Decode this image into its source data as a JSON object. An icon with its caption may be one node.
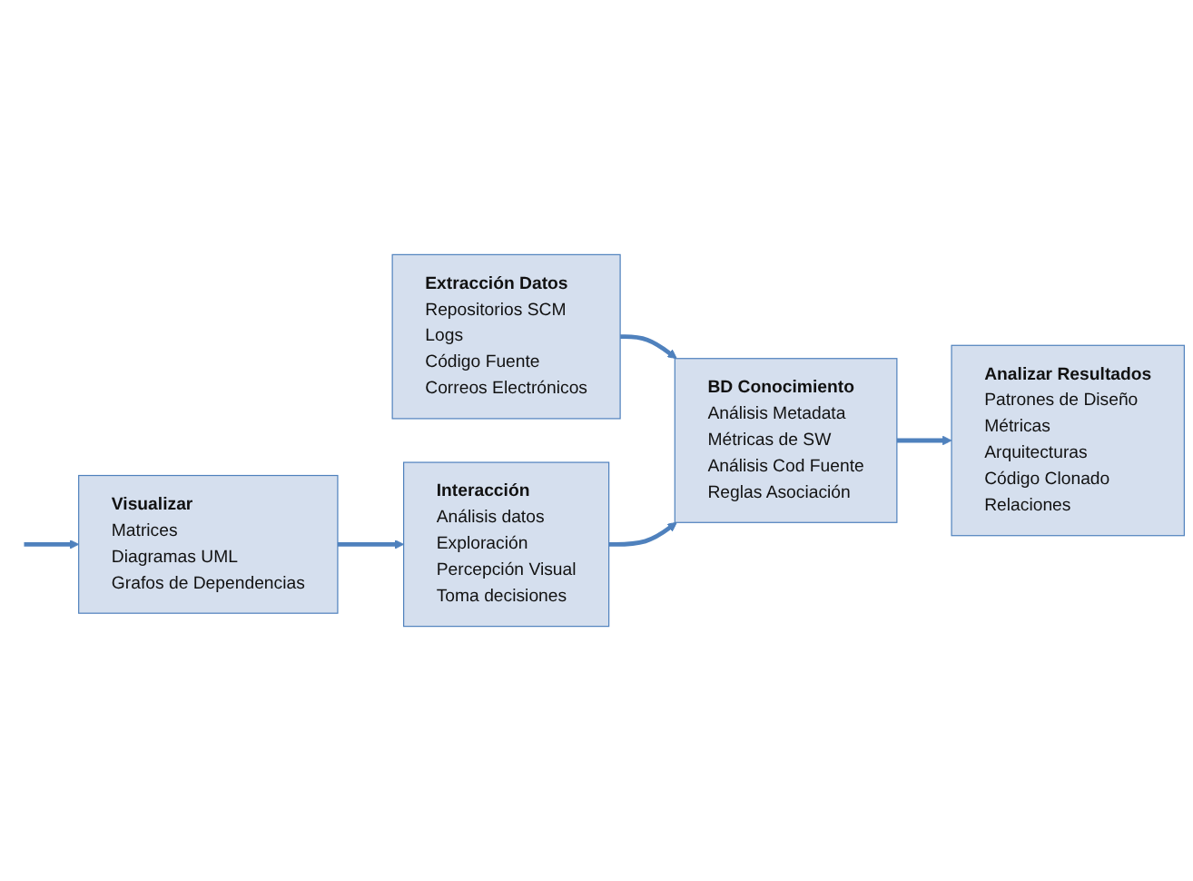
{
  "diagram": {
    "nodes": [
      {
        "text": [
          "Extracción Datos",
          "Repositorios SCM",
          "Logs",
          "Código Fuente",
          "Correos Electrónicos"
        ]
      },
      {
        "text": [
          "BD Conocimiento",
          "Análisis Metadata",
          "Métricas de SW",
          "Análisis Cod Fuente",
          "Reglas Asociación"
        ]
      },
      {
        "text": [
          "Analizar Resultados",
          "Patrones de Diseño",
          "Métricas",
          "Arquitecturas",
          "Código Clonado",
          "Relaciones"
        ]
      },
      {
        "text": [
          "Visualizar",
          "Matrices",
          "Diagramas UML",
          "Grafos de Dependencias"
        ]
      },
      {
        "text": [
          "Interacción",
          "Análisis datos",
          "Exploración",
          "Percepción Visual",
          "Toma decisiones"
        ]
      }
    ],
    "edges": [
      {
        "from": 0,
        "to": 1,
        "arrow": "to"
      },
      {
        "from": 1,
        "to": 2,
        "arrow": "to"
      },
      {
        "from": 4,
        "to": 1,
        "arrow": "to"
      },
      {
        "from": null,
        "to": 3,
        "arrow": "to"
      },
      {
        "from": 3,
        "to": 4,
        "arrow": "to"
      }
    ]
  }
}
